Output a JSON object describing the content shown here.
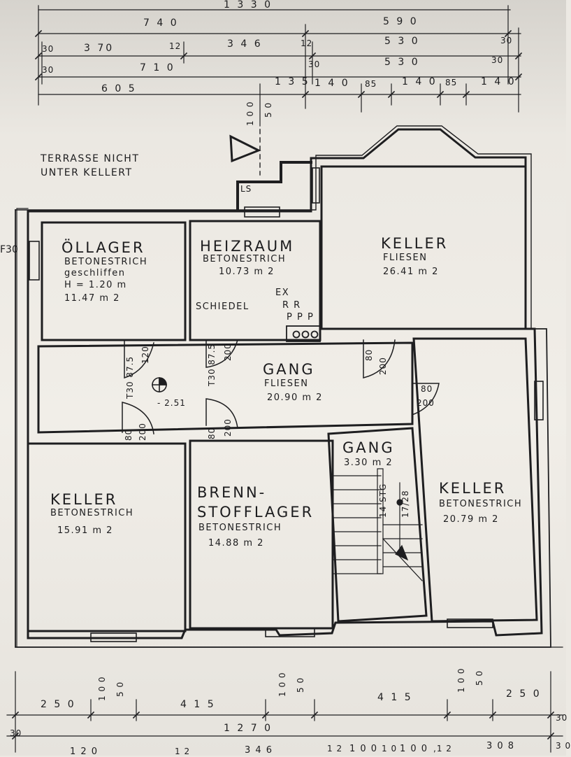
{
  "annotation": {
    "line1": "TERRASSE NICHT",
    "line2": "UNTER KELLERT"
  },
  "marks": {
    "ls": "LS",
    "f30": "F30",
    "level": "- 2.51"
  },
  "rooms": {
    "oellager": {
      "name": "ÖLLAGER",
      "floor": "BETONESTRICH",
      "note": "geschliffen",
      "height": "H = 1.20 m",
      "area": "11.47 m 2"
    },
    "heizraum": {
      "name": "HEIZRAUM",
      "floor": "BETONESTRICH",
      "area": "10.73 m 2",
      "schiedel": "SCHIEDEL",
      "ex": "EX",
      "rr": "R R",
      "ppp": "P P P"
    },
    "keller_ne": {
      "name": "KELLER",
      "floor": "FLIESEN",
      "area": "26.41 m 2"
    },
    "gang": {
      "name": "GANG",
      "floor": "FLIESEN",
      "area": "20.90 m 2"
    },
    "gang_small": {
      "name": "GANG",
      "area": "3.30 m 2"
    },
    "keller_sw": {
      "name": "KELLER",
      "floor": "BETONESTRICH",
      "area": "15.91 m 2"
    },
    "brennstoff": {
      "name1": "BRENN-",
      "name2": "STOFFLAGER",
      "floor": "BETONESTRICH",
      "area": "14.88 m 2"
    },
    "keller_e": {
      "name": "KELLER",
      "floor": "BETONESTRICH",
      "area": "20.79 m 2"
    }
  },
  "stairs": {
    "label": "14 STG",
    "ratio": "17/28"
  },
  "doors": {
    "d1": {
      "a": "T30 87.5",
      "b": "120"
    },
    "d2": {
      "a": "T30 87.5",
      "b": "200"
    },
    "d3": {
      "a": "80",
      "b": "200"
    },
    "d4": {
      "a": "80",
      "b": "200"
    },
    "d5": {
      "a": "80",
      "b": "200"
    },
    "d6": {
      "a": "80",
      "b": "200"
    }
  },
  "dims_top": {
    "row1": [
      "1 3 3 0"
    ],
    "row2": [
      "7 4 0",
      "5 9 0"
    ],
    "row3": [
      "30",
      "3 70",
      "12",
      "3 4 6",
      "12",
      "5 3 0",
      "30"
    ],
    "row4": [
      "30",
      "7 1 0",
      "30",
      "5 3 0",
      "30"
    ],
    "row5": [
      "6 0 5",
      "1 3 5",
      "1 4 0",
      "85",
      "1 4 0",
      "85",
      "1 4 0"
    ],
    "opening": [
      "1 0 0",
      "5 0"
    ]
  },
  "dims_bottom": {
    "row1": [
      "2 5 0",
      "1 0 0",
      "5 0",
      "4 1 5",
      "1 0 0",
      "5 0",
      "4 1 5",
      "1 0 0",
      "5 0",
      "2 5 0"
    ],
    "row2": [
      "30",
      "1 2 7 0",
      "30"
    ],
    "row3": [
      "1 2 0",
      "1 2",
      "3 4 6",
      "1 2",
      "1 0 0",
      "1 0",
      "1 0 0",
      ",1 2",
      "3 0 8",
      "3 0"
    ]
  }
}
